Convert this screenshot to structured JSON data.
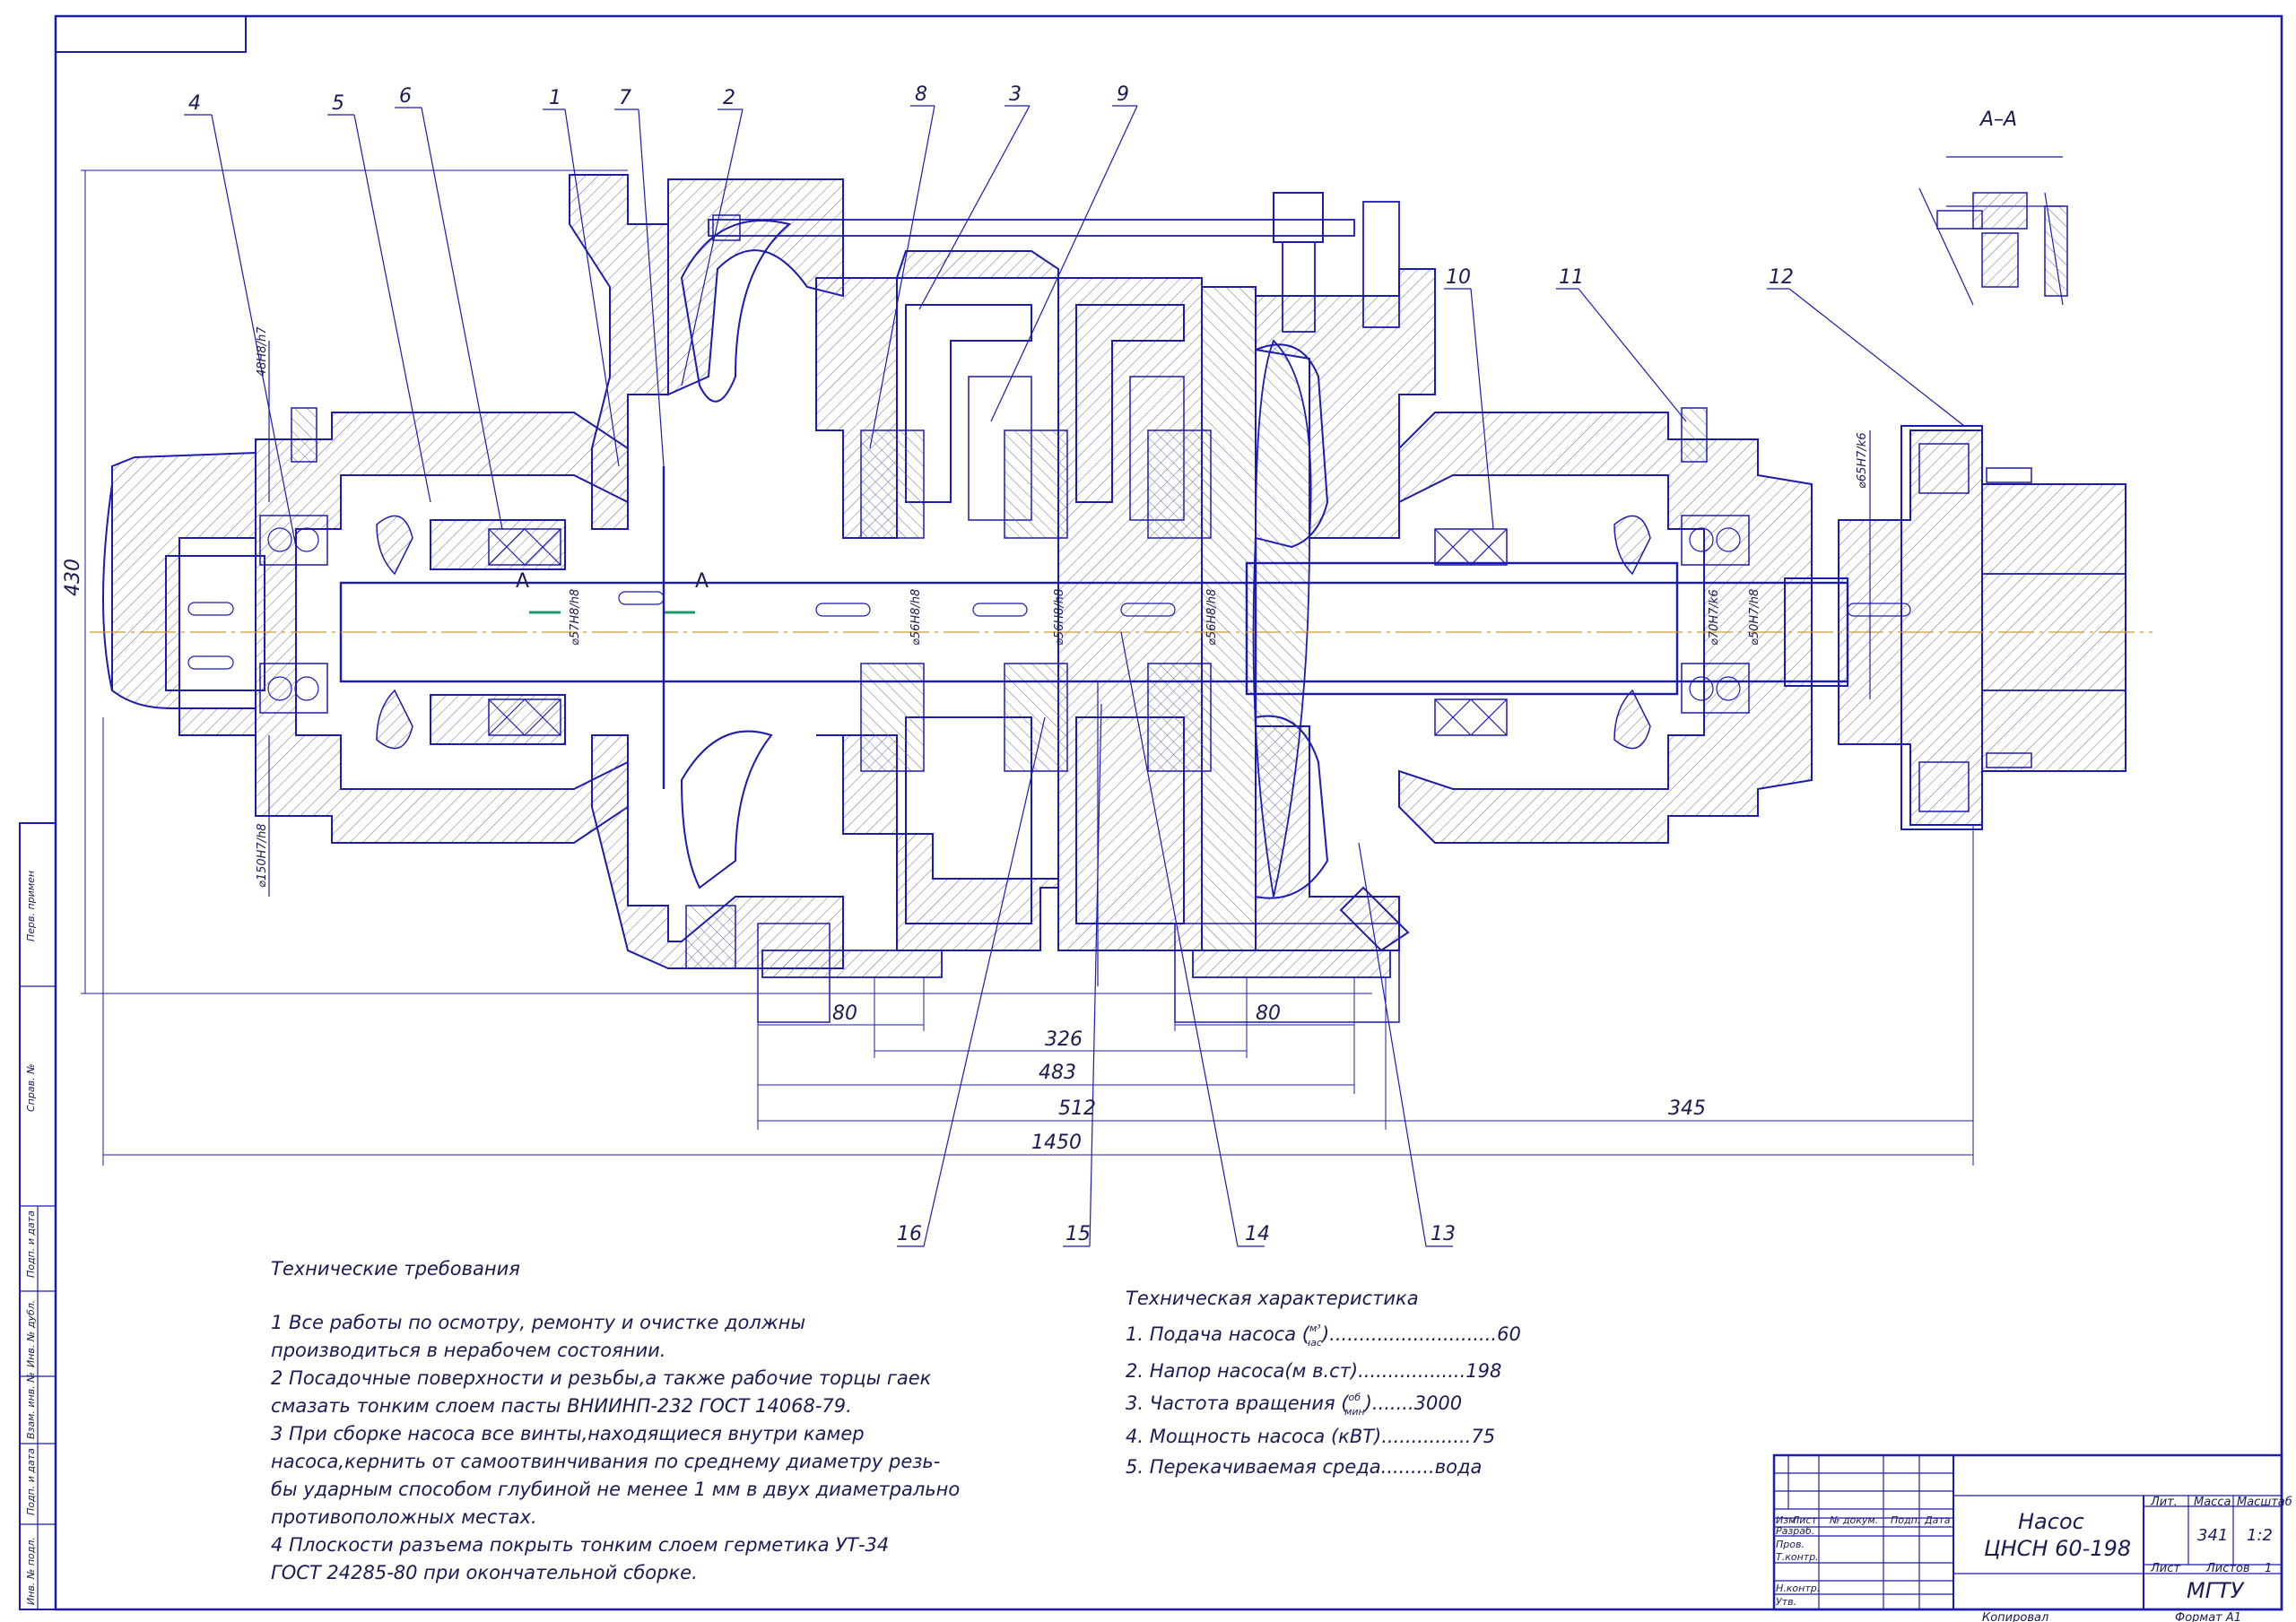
{
  "section_label": "А–А",
  "part_numbers": [
    "4",
    "5",
    "6",
    "1",
    "7",
    "2",
    "8",
    "3",
    "9",
    "10",
    "11",
    "12",
    "16",
    "15",
    "14",
    "13"
  ],
  "left_vertical_fit": "48H8/h7",
  "left_lower_fit": "⌀150H7/h8",
  "height_dim": "430",
  "shaft_fits": [
    "⌀57H8/h8",
    "⌀56H8/h8",
    "⌀56H8/h8",
    "⌀56H8/h8",
    "⌀70H7/k6",
    "⌀50H7/h8",
    "⌀65H7/k6"
  ],
  "section_marks": [
    "A",
    "A"
  ],
  "dimensions": {
    "d80_left": "80",
    "d80_right": "80",
    "d326": "326",
    "d483": "483",
    "d512": "512",
    "d345": "345",
    "d1450": "1450"
  },
  "tech_requirements": {
    "title": "Технические требования",
    "lines": [
      "1 Все работы по осмотру, ремонту и очистке должны",
      "производиться в нерабочем состоянии.",
      "2 Посадочные поверхности и резьбы,а также рабочие торцы гаек",
      "смазать тонким слоем пасты ВНИИНП-232 ГОСТ 14068-79.",
      "3 При сборке насоса все винты,находящиеся внутри камер",
      "насоса,кернить от самоотвинчивания по среднему диаметру резь-",
      "бы ударным способом глубиной не менее 1 мм в двух диаметрально",
      "противоположных местах.",
      "4 Плоскости разъема покрыть тонким слоем герметика УТ-34",
      "ГОСТ 24285-80 при окончательной сборке."
    ]
  },
  "tech_characteristics": {
    "title": "Техническая характеристика",
    "items": [
      {
        "text": "1. Подача насоса (",
        "frac_top": "м³",
        "frac_bot": "час",
        "tail": ")............................60"
      },
      {
        "text": "2. Напор насоса(м в.ст)..................198",
        "frac_top": "",
        "frac_bot": "",
        "tail": ""
      },
      {
        "text": "3. Частота вращения (",
        "frac_top": "об",
        "frac_bot": "мин",
        "tail": ").......3000"
      },
      {
        "text": "4. Мощность насоса (кВТ)...............75",
        "frac_top": "",
        "frac_bot": "",
        "tail": ""
      },
      {
        "text": "5. Перекачиваемая среда.........вода",
        "frac_top": "",
        "frac_bot": "",
        "tail": ""
      }
    ]
  },
  "side_stamp": [
    "Перв. примен",
    "Справ. №",
    "Подп. и дата",
    "Инв. № дубл.",
    "Взам. инв. №",
    "Подп. и дата",
    "Инв. № подл."
  ],
  "title_block": {
    "name_line1": "Насос",
    "name_line2": "ЦНСН 60-198",
    "row_labels": [
      "Изм",
      "Лист",
      "№ докум.",
      "Подп.",
      "Дата"
    ],
    "roles": [
      "Разраб.",
      "Пров.",
      "Т.контр.",
      "",
      "Н.контр.",
      "Утв."
    ],
    "lit_label": "Лит.",
    "mass_label": "Масса",
    "scale_label": "Масштаб",
    "mass_value": "341",
    "scale_value": "1:2",
    "sheet_label": "Лист",
    "sheets_label": "Листов",
    "sheets_value": "1",
    "org": "МГТУ",
    "copied": "Копировал",
    "format": "Формат   А1"
  }
}
